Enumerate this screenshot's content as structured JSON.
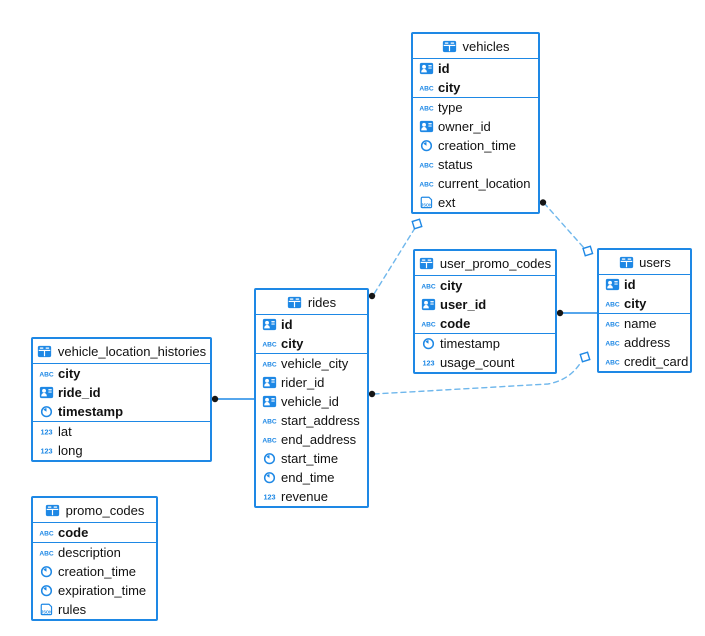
{
  "diagram": {
    "colors": {
      "table_border": "#1E88E5",
      "icon_blue": "#1E88E5",
      "dashed_line": "#6FB7EC",
      "solid_line": "#1E88E5",
      "marker_dot": "#161616",
      "text": "#111111",
      "background": "#FFFFFF"
    },
    "tables": [
      {
        "name": "vehicles",
        "fields": [
          {
            "name": "id",
            "type_icon": "id-badge",
            "key": true
          },
          {
            "name": "city",
            "type_icon": "text",
            "key": true
          },
          {
            "name": "type",
            "type_icon": "text",
            "key": false
          },
          {
            "name": "owner_id",
            "type_icon": "id-badge",
            "key": false
          },
          {
            "name": "creation_time",
            "type_icon": "timestamp",
            "key": false
          },
          {
            "name": "status",
            "type_icon": "text",
            "key": false
          },
          {
            "name": "current_location",
            "type_icon": "text",
            "key": false
          },
          {
            "name": "ext",
            "type_icon": "json",
            "key": false
          }
        ]
      },
      {
        "name": "user_promo_codes",
        "fields": [
          {
            "name": "city",
            "type_icon": "text",
            "key": true
          },
          {
            "name": "user_id",
            "type_icon": "id-badge",
            "key": true
          },
          {
            "name": "code",
            "type_icon": "text",
            "key": true
          },
          {
            "name": "timestamp",
            "type_icon": "timestamp",
            "key": false
          },
          {
            "name": "usage_count",
            "type_icon": "number",
            "key": false
          }
        ]
      },
      {
        "name": "users",
        "fields": [
          {
            "name": "id",
            "type_icon": "id-badge",
            "key": true
          },
          {
            "name": "city",
            "type_icon": "text",
            "key": true
          },
          {
            "name": "name",
            "type_icon": "text",
            "key": false
          },
          {
            "name": "address",
            "type_icon": "text",
            "key": false
          },
          {
            "name": "credit_card",
            "type_icon": "text",
            "key": false
          }
        ]
      },
      {
        "name": "rides",
        "fields": [
          {
            "name": "id",
            "type_icon": "id-badge",
            "key": true
          },
          {
            "name": "city",
            "type_icon": "text",
            "key": true
          },
          {
            "name": "vehicle_city",
            "type_icon": "text",
            "key": false
          },
          {
            "name": "rider_id",
            "type_icon": "id-badge",
            "key": false
          },
          {
            "name": "vehicle_id",
            "type_icon": "id-badge",
            "key": false
          },
          {
            "name": "start_address",
            "type_icon": "text",
            "key": false
          },
          {
            "name": "end_address",
            "type_icon": "text",
            "key": false
          },
          {
            "name": "start_time",
            "type_icon": "timestamp",
            "key": false
          },
          {
            "name": "end_time",
            "type_icon": "timestamp",
            "key": false
          },
          {
            "name": "revenue",
            "type_icon": "number",
            "key": false
          }
        ]
      },
      {
        "name": "vehicle_location_histories",
        "fields": [
          {
            "name": "city",
            "type_icon": "text",
            "key": true
          },
          {
            "name": "ride_id",
            "type_icon": "id-badge",
            "key": true
          },
          {
            "name": "timestamp",
            "type_icon": "timestamp",
            "key": true
          },
          {
            "name": "lat",
            "type_icon": "number",
            "key": false
          },
          {
            "name": "long",
            "type_icon": "number",
            "key": false
          }
        ]
      },
      {
        "name": "promo_codes",
        "fields": [
          {
            "name": "code",
            "type_icon": "text",
            "key": true
          },
          {
            "name": "description",
            "type_icon": "text",
            "key": false
          },
          {
            "name": "creation_time",
            "type_icon": "timestamp",
            "key": false
          },
          {
            "name": "expiration_time",
            "type_icon": "timestamp",
            "key": false
          },
          {
            "name": "rules",
            "type_icon": "json",
            "key": false
          }
        ]
      }
    ],
    "relationships": [
      {
        "from": "vehicles",
        "to": "users",
        "style": "dashed"
      },
      {
        "from": "rides",
        "to": "vehicles",
        "style": "dashed"
      },
      {
        "from": "user_promo_codes",
        "to": "users",
        "style": "solid"
      },
      {
        "from": "rides",
        "to": "users",
        "style": "dashed"
      },
      {
        "from": "vehicle_location_histories",
        "to": "rides",
        "style": "solid"
      }
    ]
  }
}
